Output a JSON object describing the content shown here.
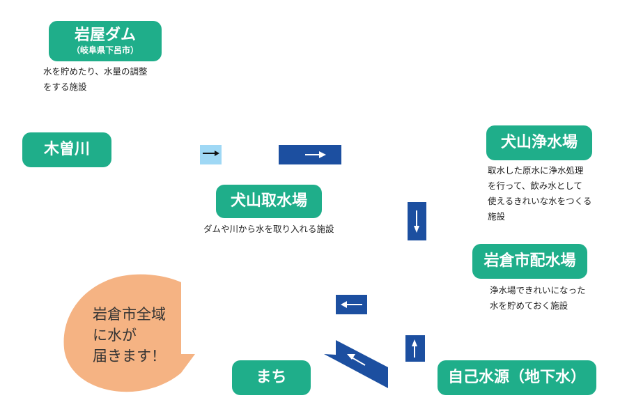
{
  "nodes": {
    "dam": {
      "title": "岩屋ダム",
      "subtitle": "（岐阜県下呂市）",
      "desc": "水を貯めたり、水量の調整\nをする施設"
    },
    "river": {
      "title": "木曽川"
    },
    "intake": {
      "title": "犬山取水場",
      "desc": "ダムや川から水を取り入れる施設"
    },
    "purification": {
      "title": "犬山浄水場",
      "desc": "取水した原水に浄水処理\nを行って、飲み水として\n使えるきれいな水をつくる\n施設"
    },
    "distribution": {
      "title": "岩倉市配水場",
      "desc": "浄水場できれいになった\n水を貯めておく施設"
    },
    "groundwater": {
      "title": "自己水源（地下水）"
    },
    "town": {
      "title": "まち"
    }
  },
  "bubble": {
    "text": "岩倉市全域\nに水が\n届きます！"
  },
  "colors": {
    "green": "#1fae8a",
    "blue": "#1c4fa0",
    "lightblue": "#9fd8f5",
    "orange": "#f5b383"
  }
}
